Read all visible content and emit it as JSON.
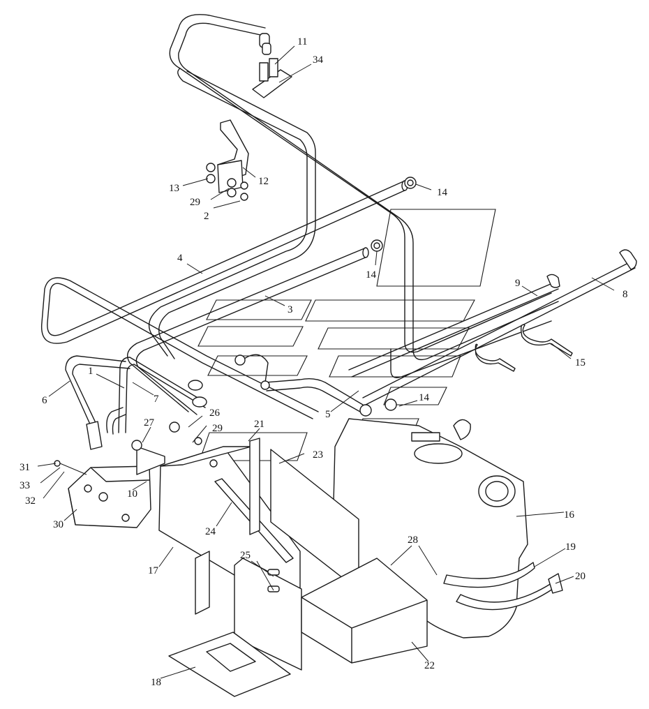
{
  "callouts": {
    "c1": "1",
    "c2": "2",
    "c3": "3",
    "c4": "4",
    "c5": "5",
    "c6": "6",
    "c7": "7",
    "c8": "8",
    "c9": "9",
    "c10": "10",
    "c11": "11",
    "c12": "12",
    "c13": "13",
    "c14a": "14",
    "c14b": "14",
    "c14c": "14",
    "c15": "15",
    "c16": "16",
    "c17": "17",
    "c18": "18",
    "c19": "19",
    "c20": "20",
    "c21": "21",
    "c22": "22",
    "c23": "23",
    "c24": "24",
    "c25": "25",
    "c26": "26",
    "c27": "27",
    "c28": "28",
    "c29a": "29",
    "c29b": "29",
    "c30": "30",
    "c31": "31",
    "c32": "32",
    "c33": "33",
    "c34": "34"
  },
  "colors": {
    "line": "#1a1a1a",
    "background": "#ffffff"
  }
}
